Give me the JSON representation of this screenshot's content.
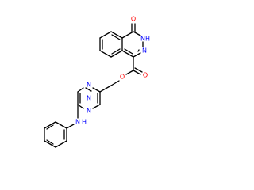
{
  "molecule": {
    "colors": {
      "bond": "#000000",
      "O": "#ff0000",
      "N": "#0000ff",
      "background": "#ffffff"
    },
    "atoms": {
      "o_carbonyl_top": {
        "symbol": "O",
        "text": "O"
      },
      "nh_lactam": {
        "symbol": "N",
        "text": "NH"
      },
      "n_pyridazine": {
        "symbol": "N",
        "text": "N"
      },
      "o_carbonyl_ester": {
        "symbol": "O",
        "text": "O"
      },
      "o_ester": {
        "symbol": "O",
        "text": "O"
      },
      "n_triazine_top": {
        "symbol": "N",
        "text": "N"
      },
      "n_triazine_left": {
        "symbol": "N",
        "text": "N"
      },
      "n_triazine_bottom": {
        "symbol": "N",
        "text": "N"
      },
      "nh_amine": {
        "symbol": "N",
        "text": "N"
      },
      "h_amine": {
        "symbol": "H",
        "text": "H"
      }
    }
  }
}
